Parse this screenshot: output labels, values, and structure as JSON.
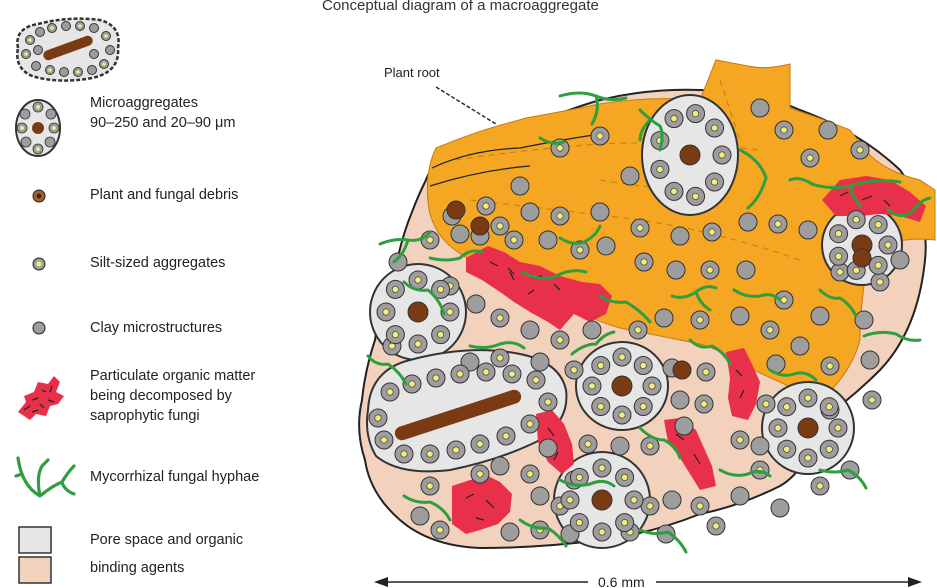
{
  "title": "Conceptual diagram of a macroaggregate",
  "legend": {
    "microaggregates": [
      "Microaggregates",
      "90–250 and 20–90 μm"
    ],
    "plant_debris": "Plant and fungal debris",
    "silt": "Silt-sized aggregates",
    "clay": "Clay microstructures",
    "pom": [
      "Particulate organic matter",
      "being decomposed by",
      "saprophytic fungi"
    ],
    "hyphae": "Mycorrhizal fungal hyphae",
    "pore": [
      "Pore space and organic",
      "binding agents"
    ]
  },
  "diagram": {
    "root_label": "Plant root",
    "scale_label": "0.6 mm"
  },
  "colors": {
    "root": "#f5a623",
    "matrix": "#f2d2bd",
    "pore": "#e6e6e6",
    "clay": "#9d9d9d",
    "debris": "#7a3b14",
    "pom": "#e8304a",
    "hyphae": "#2e9e3e",
    "silt_core": "#f4ec7a"
  }
}
